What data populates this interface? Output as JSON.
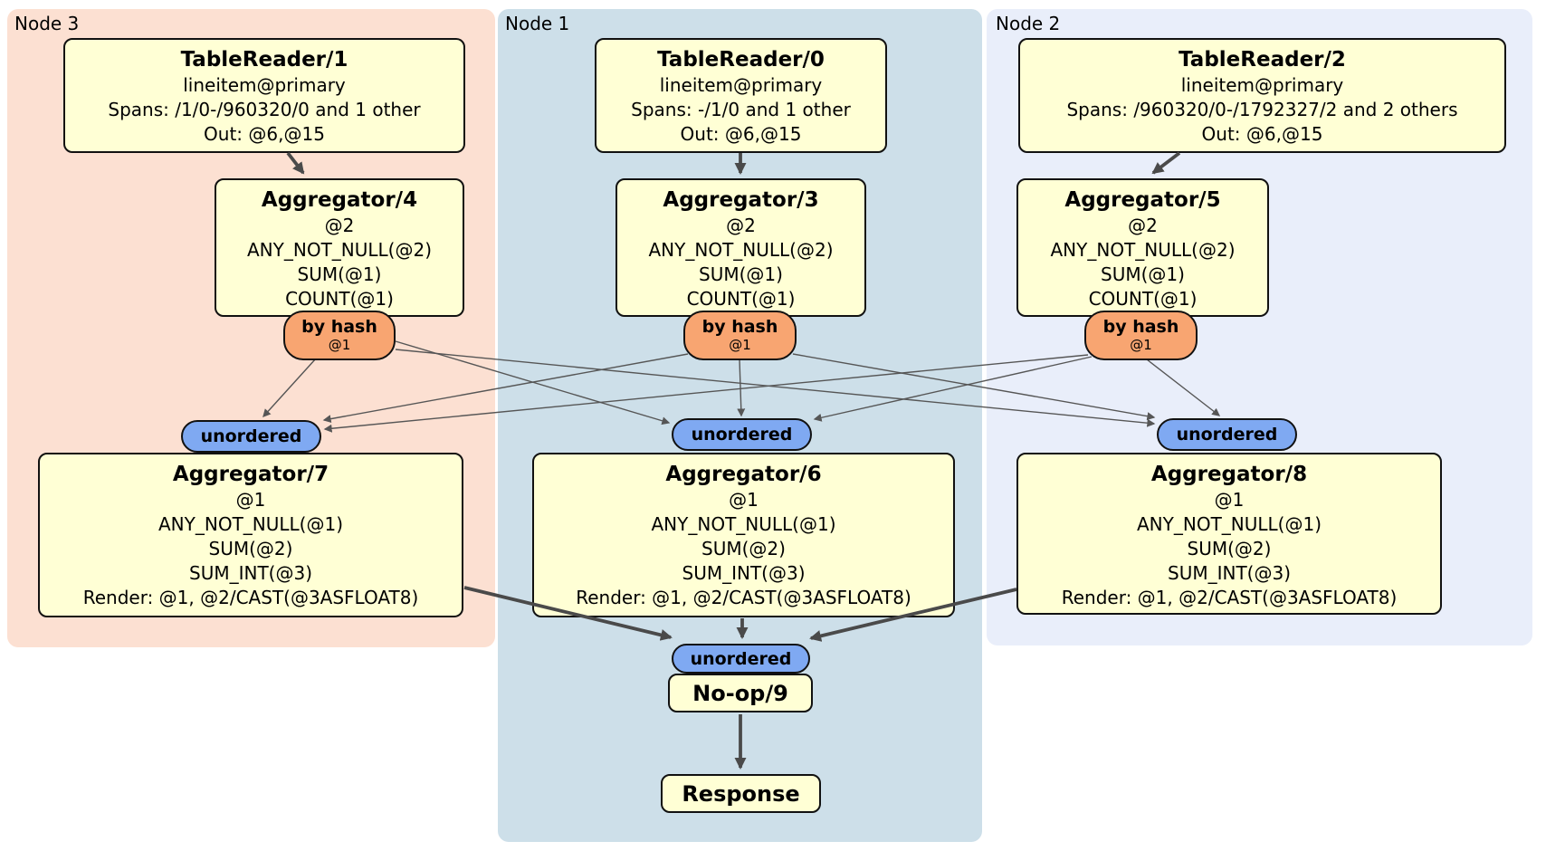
{
  "regions": {
    "node3": {
      "label": "Node 3"
    },
    "node1": {
      "label": "Node 1"
    },
    "node2": {
      "label": "Node 2"
    }
  },
  "processors": {
    "tr1": {
      "title": "TableReader/1",
      "lines": [
        "lineitem@primary",
        "Spans: /1/0-/960320/0 and 1 other",
        "Out: @6,@15"
      ]
    },
    "tr0": {
      "title": "TableReader/0",
      "lines": [
        "lineitem@primary",
        "Spans: -/1/0 and 1 other",
        "Out: @6,@15"
      ]
    },
    "tr2": {
      "title": "TableReader/2",
      "lines": [
        "lineitem@primary",
        "Spans: /960320/0-/1792327/2 and 2 others",
        "Out: @6,@15"
      ]
    },
    "agg4": {
      "title": "Aggregator/4",
      "lines": [
        "@2",
        "ANY_NOT_NULL(@2)",
        "SUM(@1)",
        "COUNT(@1)"
      ]
    },
    "agg3": {
      "title": "Aggregator/3",
      "lines": [
        "@2",
        "ANY_NOT_NULL(@2)",
        "SUM(@1)",
        "COUNT(@1)"
      ]
    },
    "agg5": {
      "title": "Aggregator/5",
      "lines": [
        "@2",
        "ANY_NOT_NULL(@2)",
        "SUM(@1)",
        "COUNT(@1)"
      ]
    },
    "agg7": {
      "title": "Aggregator/7",
      "lines": [
        "@1",
        "ANY_NOT_NULL(@1)",
        "SUM(@2)",
        "SUM_INT(@3)",
        "Render: @1, @2/CAST(@3ASFLOAT8)"
      ]
    },
    "agg6": {
      "title": "Aggregator/6",
      "lines": [
        "@1",
        "ANY_NOT_NULL(@1)",
        "SUM(@2)",
        "SUM_INT(@3)",
        "Render: @1, @2/CAST(@3ASFLOAT8)"
      ]
    },
    "agg8": {
      "title": "Aggregator/8",
      "lines": [
        "@1",
        "ANY_NOT_NULL(@1)",
        "SUM(@2)",
        "SUM_INT(@3)",
        "Render: @1, @2/CAST(@3ASFLOAT8)"
      ]
    },
    "noop": {
      "title": "No-op/9"
    },
    "response": {
      "title": "Response"
    }
  },
  "routers": {
    "r4": {
      "label": "by hash",
      "sub": "@1"
    },
    "r3": {
      "label": "by hash",
      "sub": "@1"
    },
    "r5": {
      "label": "by hash",
      "sub": "@1"
    }
  },
  "syncs": {
    "s7": {
      "label": "unordered"
    },
    "s6": {
      "label": "unordered"
    },
    "s8": {
      "label": "unordered"
    },
    "s9": {
      "label": "unordered"
    }
  },
  "colors": {
    "node3_bg": "#fce0d2",
    "node1_bg": "#cddfe9",
    "node2_bg": "#e9eefa",
    "processor_fill": "#ffffd5",
    "router_fill": "#f8a571",
    "sync_fill": "#7fa9f2",
    "edge": "#4a4a4a"
  }
}
